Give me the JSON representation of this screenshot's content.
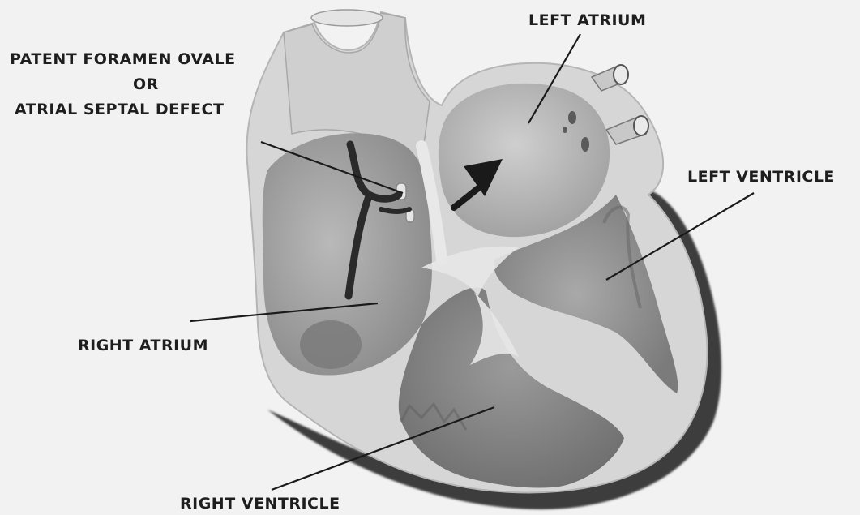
{
  "labels": {
    "left_atrium": "LEFT ATRIUM",
    "pfo_line1": "PATENT FORAMEN OVALE",
    "pfo_line2": "OR",
    "pfo_line3": "ATRIAL SEPTAL DEFECT",
    "left_ventricle": "LEFT VENTRICLE",
    "right_atrium": "RIGHT ATRIUM",
    "right_ventricle": "RIGHT VENTRICLE"
  },
  "colors": {
    "background": "#f2f2f2",
    "heart_wall": "#d4d4d4",
    "chamber": "#9c9c9c",
    "dark_muscle": "#5f5f5f",
    "arrow": "#1a1a1a",
    "leader_line": "#1a1a1a"
  },
  "icons": {
    "shunt_arrow": "arrow-right-icon"
  }
}
